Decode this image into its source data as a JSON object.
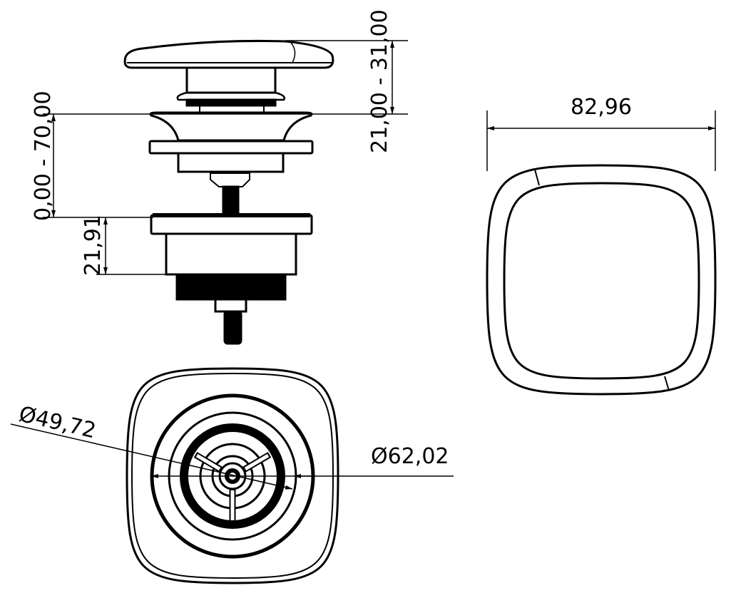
{
  "dimensions": {
    "stroke_range": "0,00 - 70,00",
    "body_height": "21,91",
    "cap_height_range": "21,00 - 31,00",
    "cap_width": "82,96",
    "inner_diameter": "Ø49,72",
    "outer_diameter": "Ø62,02"
  },
  "colors": {
    "line": "#000000",
    "background": "#ffffff"
  }
}
